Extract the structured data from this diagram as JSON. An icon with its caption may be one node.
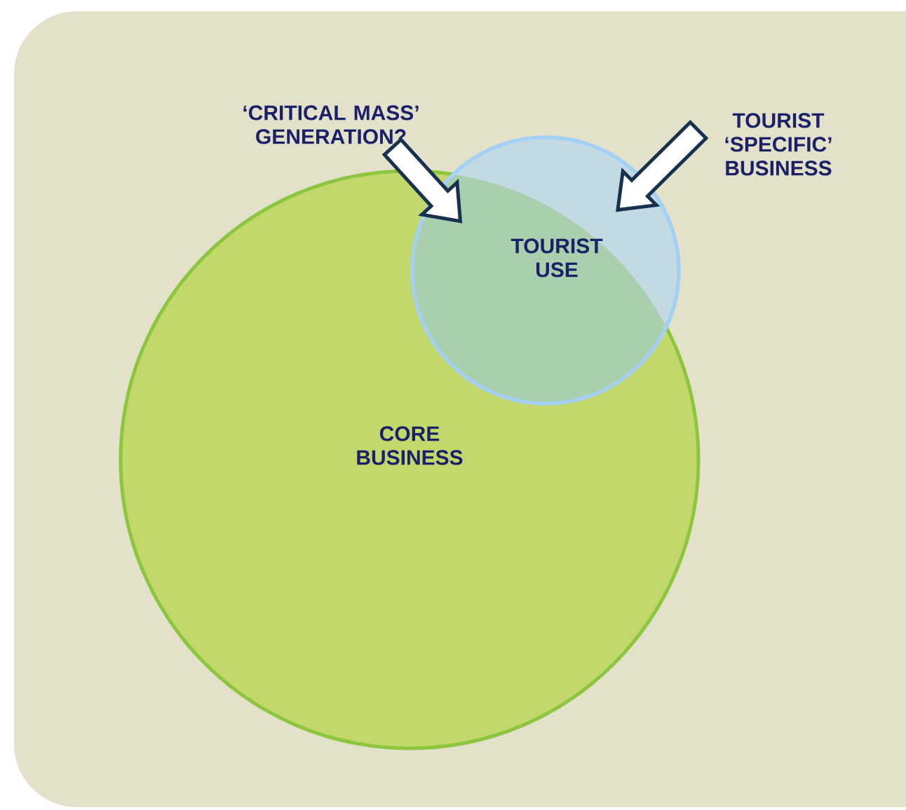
{
  "diagram": {
    "nodes": [
      {
        "text": [
          "CORE BUSINESS"
        ]
      },
      {
        "text": [
          "TOURIST USE"
        ]
      },
      {
        "text": [
          "‘CRITICAL MASS’ GENERATION?"
        ]
      },
      {
        "text": [
          "TOURIST ‘SPECIFIC’ BUSINESS"
        ]
      }
    ],
    "edges": [
      {
        "from": 2,
        "to": 1,
        "arrow": "to"
      },
      {
        "from": 3,
        "to": 1,
        "arrow": "to"
      }
    ]
  }
}
